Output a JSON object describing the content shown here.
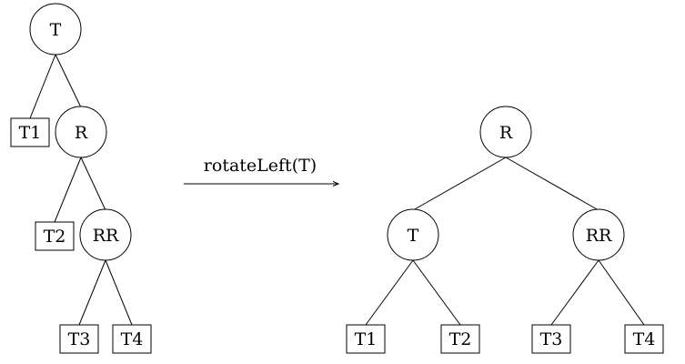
{
  "before": {
    "nodes": {
      "t": "T",
      "r": "R",
      "rr": "RR"
    },
    "leaves": {
      "t1": "T1",
      "t2": "T2",
      "t3": "T3",
      "t4": "T4"
    }
  },
  "operation": {
    "label": "rotateLeft(T)"
  },
  "after": {
    "nodes": {
      "r": "R",
      "t": "T",
      "rr": "RR"
    },
    "leaves": {
      "t1": "T1",
      "t2": "T2",
      "t3": "T3",
      "t4": "T4"
    }
  }
}
